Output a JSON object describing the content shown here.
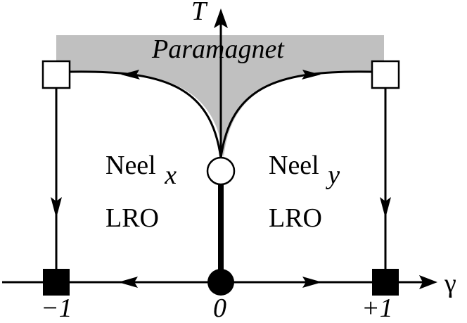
{
  "axes": {
    "vertical_label": "T",
    "horizontal_label": "γ",
    "ticks": [
      "−1",
      "0",
      "+1"
    ]
  },
  "regions": {
    "paramagnet": "Paramagnet",
    "left_phase_name": "Neel",
    "left_phase_subscript": "x",
    "left_phase_order": "LRO",
    "right_phase_name": "Neel",
    "right_phase_subscript": "y",
    "right_phase_order": "LRO"
  },
  "colors": {
    "paramagnet_fill": "#c0c0c0",
    "ink": "#000000",
    "background": "#ffffff"
  },
  "fixed_points": {
    "open_square": "unstable fixed point (hollow square)",
    "filled_square": "stable fixed point (filled square)",
    "open_circle": "multicritical point (hollow circle)",
    "filled_circle": "fixed point at origin (filled circle)"
  }
}
